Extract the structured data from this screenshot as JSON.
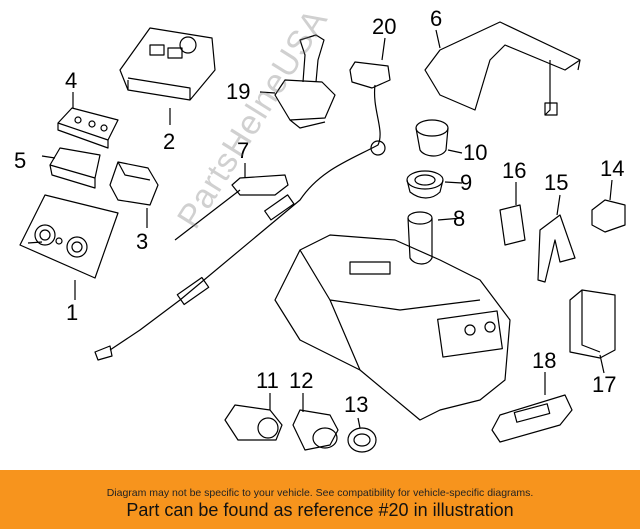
{
  "callouts": [
    "1",
    "2",
    "3",
    "4",
    "5",
    "6",
    "7",
    "8",
    "9",
    "10",
    "11",
    "12",
    "13",
    "14",
    "15",
    "16",
    "17",
    "18",
    "19",
    "20"
  ],
  "watermark": "PartsHelneUSA",
  "footer": {
    "disclaimer": "Diagram may not be specific to your vehicle. See compatibility for vehicle-specific diagrams.",
    "reference": "Part can be found as reference #20 in illustration"
  },
  "colors": {
    "banner": "#f7941d",
    "line": "#000000"
  }
}
